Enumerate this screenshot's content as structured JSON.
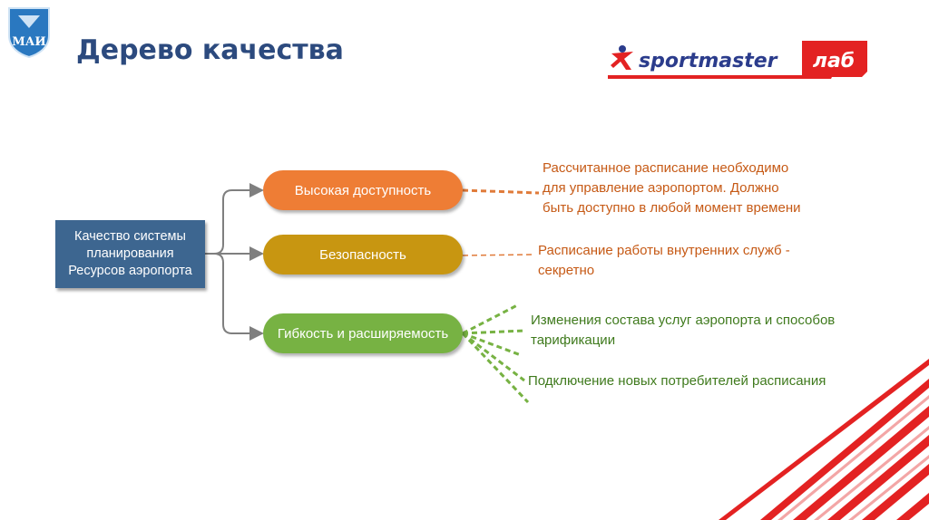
{
  "header": {
    "title": "Дерево качества",
    "left_logo_text": "МАИ",
    "right_logo": {
      "brand": "sportmaster",
      "mark": "лаб"
    }
  },
  "tree": {
    "root": {
      "label": "Качество системы\nпланирования\nРесурсов аэропорта"
    },
    "branches": [
      {
        "label": "Высокая доступность",
        "color": "#ee7d35",
        "notes": [
          "Рассчитанное расписание необходимо\nдля управление аэропортом. Должно\nбыть доступно в любой момент времени"
        ]
      },
      {
        "label": "Безопасность",
        "color": "#c89611",
        "notes": [
          "Расписание работы внутренних служб -\nсекретно"
        ]
      },
      {
        "label": "Гибкость и расширяемость",
        "color": "#77b243",
        "notes": [
          "Изменения состава услуг аэропорта и способов\nтарификации",
          "Подключение новых  потребителей расписания"
        ]
      }
    ]
  },
  "colors": {
    "title": "#2c4a7e",
    "root_box": "#3d6690",
    "note_orange": "#c65a16",
    "note_green": "#3f7a1d",
    "brand_red": "#e32222",
    "brand_blue": "#2b3c8c"
  }
}
